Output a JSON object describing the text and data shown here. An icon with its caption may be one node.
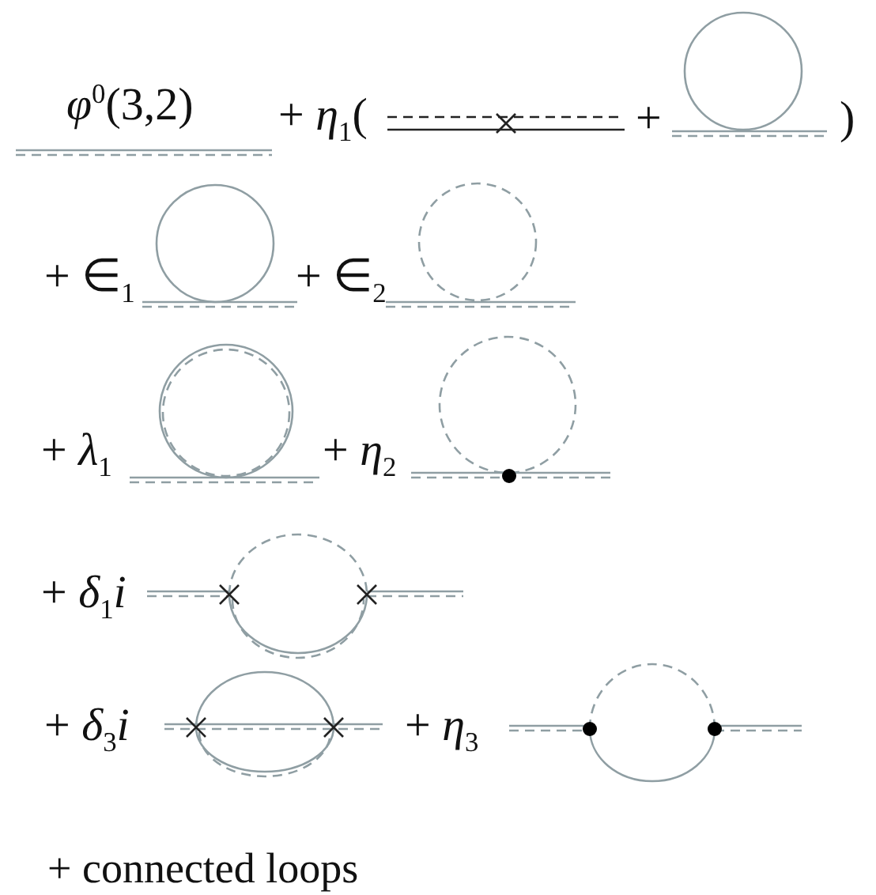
{
  "diagram": {
    "labels": [
      "*φ*$^{0}$(3,2)",
      "+ *η*$_{1}$(",
      "+",
      ")",
      "+ ∈$_{1}$",
      "+ ∈$_{2}$",
      "+ *λ*$_{1}$",
      "+ *η*$_{2}$",
      "+ *δ*$_{1}$*i*",
      "+ *δ*$_{3}$*i*",
      "+ *η*$_{3}$",
      "+ connected loops"
    ]
  }
}
